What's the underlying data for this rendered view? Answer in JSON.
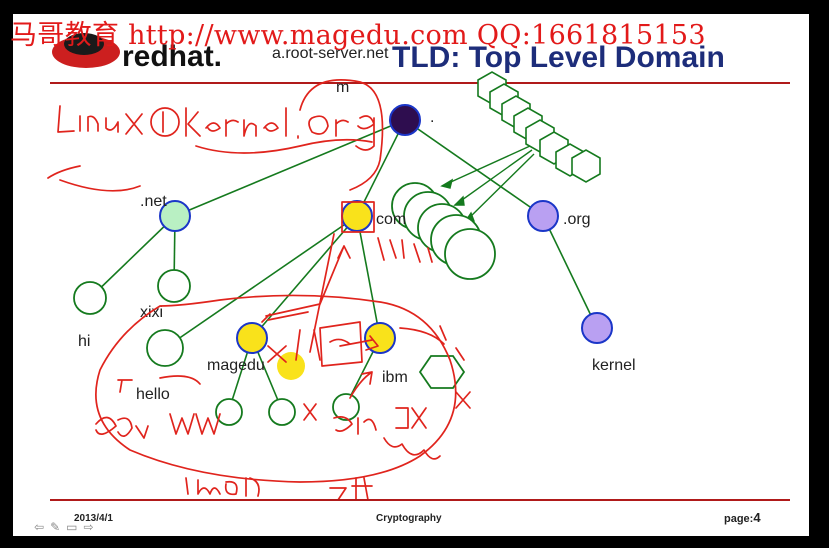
{
  "watermark": {
    "text": "马哥教育 http://www.magedu.com QQ:1661815153"
  },
  "logo": {
    "text": "redhat."
  },
  "slide": {
    "title": "TLD: Top Level Domain",
    "root_server_label": "a.root-server.net",
    "m_label": "m",
    "root_dot_label": "."
  },
  "nodes": {
    "net_label": ".net",
    "com_label": "com",
    "org_label": ".org",
    "kernel_label": "kernel",
    "hi_label": "hi",
    "xixi_label": "xixi",
    "hello_label": "hello",
    "magedu_label": "magedu",
    "ibm_label": "ibm"
  },
  "footer": {
    "date": "2013/4/1",
    "center": "Cryptography",
    "page_prefix": "page:",
    "page_number": "4"
  },
  "toolbar": {
    "prev_label": "⇦",
    "pen_label": "✎",
    "menu_label": "▭",
    "next_label": "⇨"
  },
  "colors": {
    "tree_line": "#157a1e",
    "annotation": "#e0241d",
    "title": "#1d2d7a",
    "root_node": "#2e0d4f",
    "net_node": "#b9f0c3",
    "com_node": "#f9e21b",
    "org_node": "#b9a0f2",
    "leaf_node": "#ffffff"
  }
}
